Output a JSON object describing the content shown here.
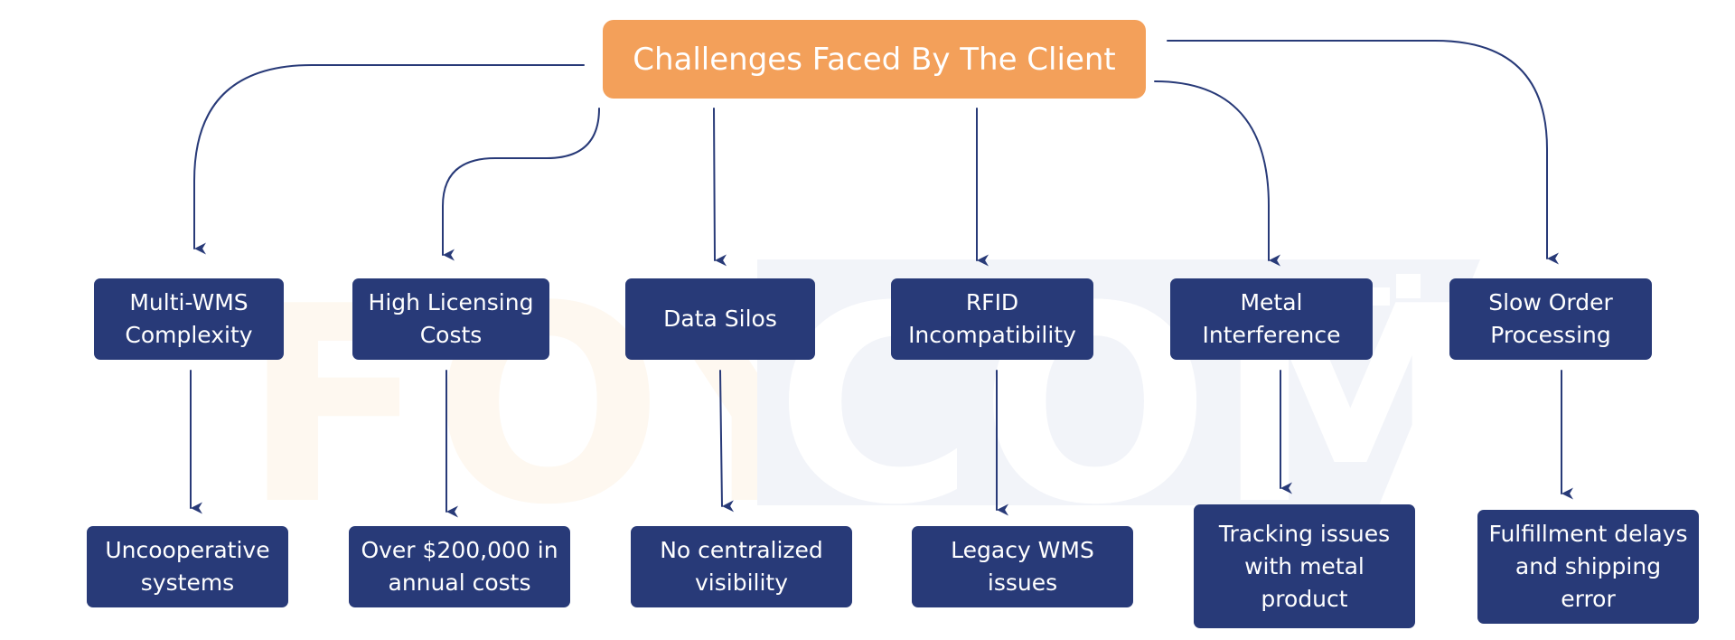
{
  "title": "Challenges Faced By The Client",
  "watermark": {
    "left": "FOY",
    "right": "COM"
  },
  "challenges": [
    {
      "label": "Multi-WMS Complexity",
      "effect": "Uncooperative systems"
    },
    {
      "label": "High Licensing Costs",
      "effect": "Over $200,000 in annual costs"
    },
    {
      "label": "Data Silos",
      "effect": "No centralized visibility"
    },
    {
      "label": "RFID Incompatibility",
      "effect": "Legacy WMS issues"
    },
    {
      "label": "Metal Interference",
      "effect": "Tracking issues with metal product"
    },
    {
      "label": "Slow Order Processing",
      "effect": "Fulfillment delays and shipping error"
    }
  ],
  "colors": {
    "title_bg": "#f3a05a",
    "node_bg": "#283a78",
    "connector": "#283a78"
  }
}
